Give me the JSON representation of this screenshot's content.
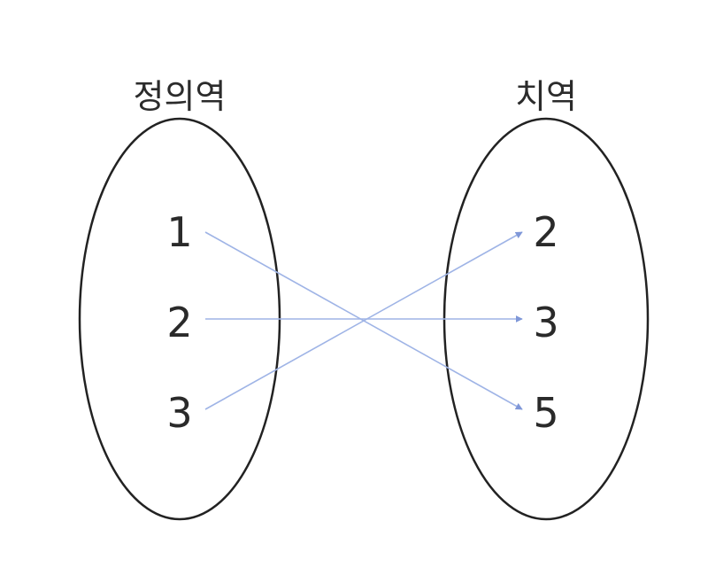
{
  "domain_set": {
    "title": "정의역",
    "elements": [
      "1",
      "2",
      "3"
    ]
  },
  "codomain_set": {
    "title": "치역",
    "elements": [
      "2",
      "3",
      "5"
    ]
  },
  "mappings": [
    {
      "from": "1",
      "to": "5"
    },
    {
      "from": "2",
      "to": "3"
    },
    {
      "from": "3",
      "to": "2"
    }
  ],
  "colors": {
    "ellipse_stroke": "#222222",
    "mapping_line": "#9fb4e6",
    "text": "#2a2a2a"
  }
}
